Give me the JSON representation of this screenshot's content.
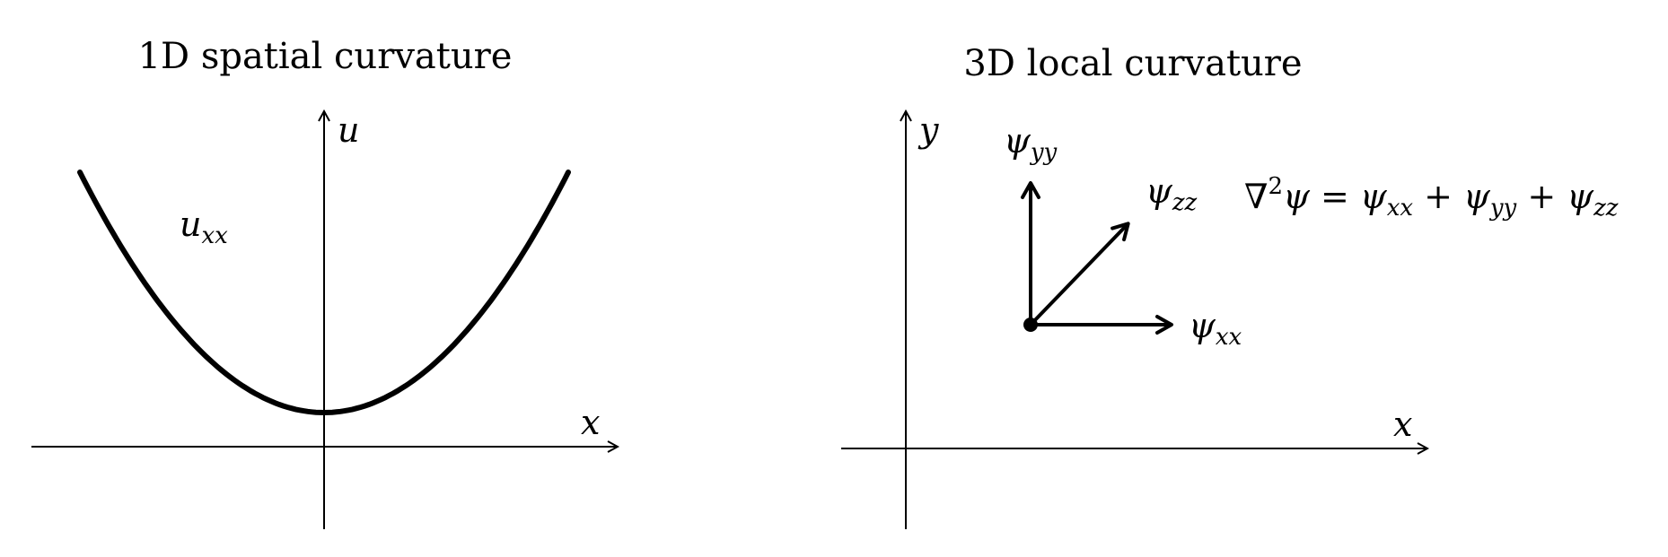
{
  "left_panel": {
    "title": "1D spatial curvature",
    "axis_x_label": "x",
    "axis_y_label": "u",
    "curve_label": {
      "base": "u",
      "sub": "xx"
    }
  },
  "right_panel": {
    "title": "3D local curvature",
    "axis_x_label": "x",
    "axis_y_label": "y",
    "vec_xx": {
      "base": "ψ",
      "sub": "xx"
    },
    "vec_yy": {
      "base": "ψ",
      "sub": "yy"
    },
    "vec_zz": {
      "base": "ψ",
      "sub": "zz"
    },
    "laplacian": {
      "nabla": "∇",
      "power": "2",
      "psi": "ψ",
      "eq": " = ",
      "t1": {
        "base": "ψ",
        "sub": "xx"
      },
      "plus1": " + ",
      "t2": {
        "base": "ψ",
        "sub": "yy"
      },
      "plus2": " + ",
      "t3": {
        "base": "ψ",
        "sub": "zz"
      }
    }
  },
  "colors": {
    "ink": "#000000",
    "background": "#ffffff"
  }
}
